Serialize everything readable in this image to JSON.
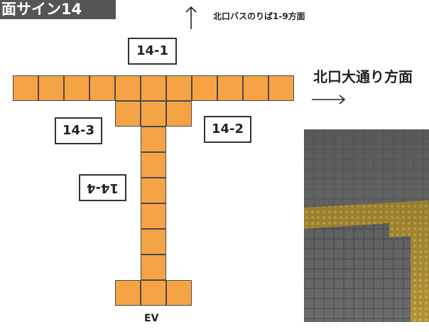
{
  "header": {
    "title": "面サイン14"
  },
  "directions": {
    "up": "北口バスのりば1-9方面",
    "right": "北口大通り方面"
  },
  "signs": {
    "s1": "14-1",
    "s2": "14-2",
    "s3": "14-3",
    "s4": "14-4"
  },
  "exit_label": "EV",
  "colors": {
    "tile": "#f5a445",
    "tile_border": "#4a4a4a",
    "banner": "#555555",
    "photo_floor": "#6f6f70",
    "photo_tactile": "#c8a63c"
  },
  "icons": [
    "up-arrow-icon",
    "right-arrow-icon"
  ]
}
